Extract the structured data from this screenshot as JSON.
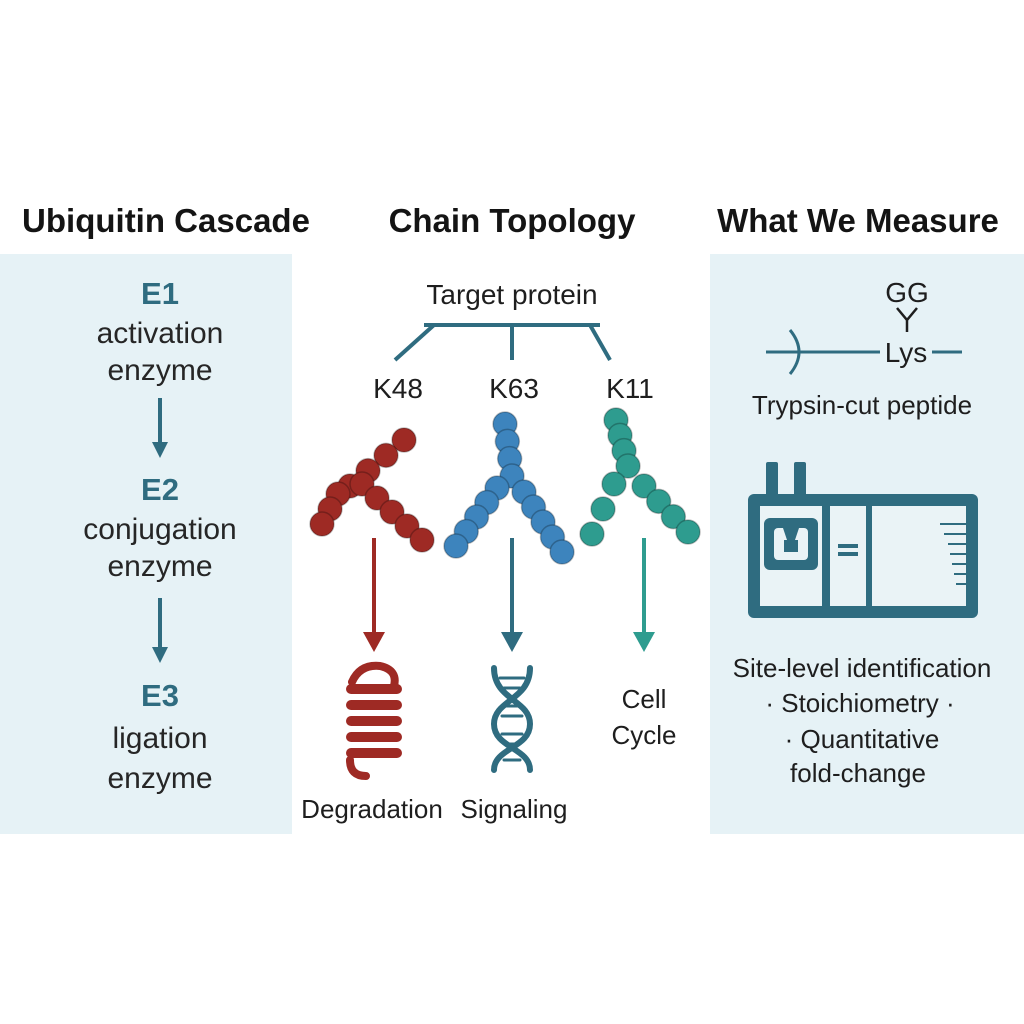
{
  "colors": {
    "panel": "#e6f2f6",
    "teal_dark": "#2f6c80",
    "k48": "#9e2a24",
    "k63": "#3d84bd",
    "k11": "#2e9c8f",
    "machine": "#2f6c80"
  },
  "cascade": {
    "heading": "Ubiquitin Cascade",
    "steps": [
      {
        "code": "E1",
        "line1": "activation",
        "line2": "enzyme"
      },
      {
        "code": "E2",
        "line1": "conjugation",
        "line2": "enzyme"
      },
      {
        "code": "E3",
        "line1": "ligation",
        "line2": "enzyme"
      }
    ]
  },
  "topology": {
    "heading": "Chain Topology",
    "target": "Target protein",
    "branches": [
      {
        "label": "K48",
        "outcome": "Degradation",
        "outcome_icon": "coil-icon"
      },
      {
        "label": "K63",
        "outcome": "Signaling",
        "outcome_icon": "dna-helix-icon"
      },
      {
        "label": "K11",
        "outcome_line1": "Cell",
        "outcome_line2": "Cycle"
      }
    ]
  },
  "measure": {
    "heading": "What We Measure",
    "gg": "GG",
    "lys": "Lys",
    "peptide_caption": "Trypsin-cut peptide",
    "instrument_icon": "mass-spectrometer-icon",
    "lines": [
      "Site-level identification",
      "· Stoichiometry ·",
      "· Quantitative",
      "fold-change"
    ]
  }
}
